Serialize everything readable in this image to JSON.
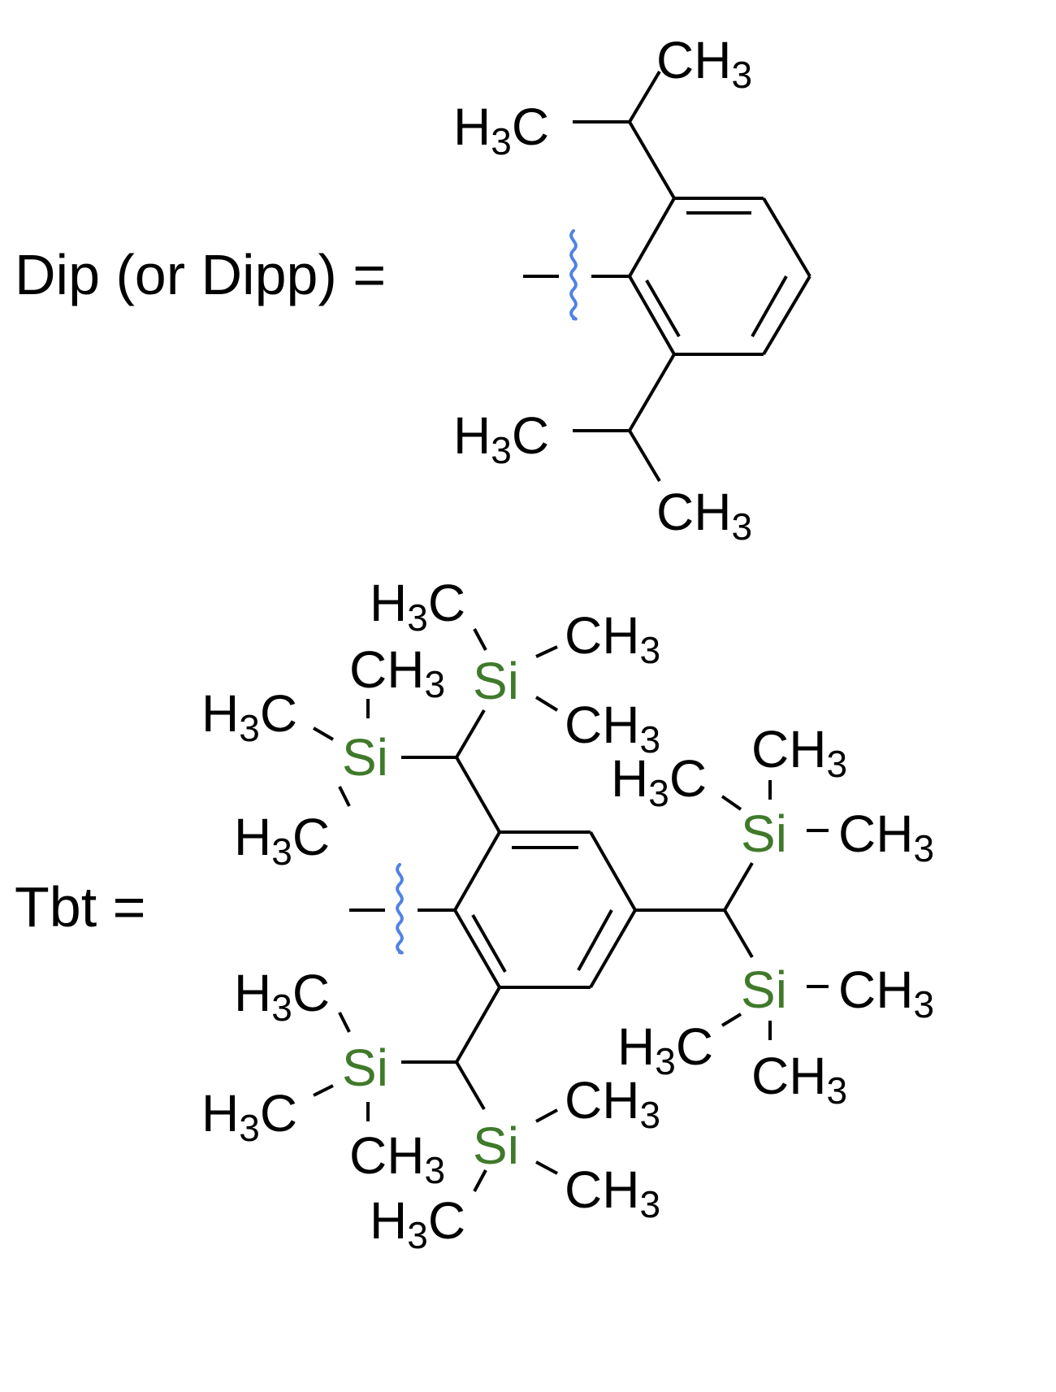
{
  "colors": {
    "text": "#000000",
    "silicon": "#3f7a2a",
    "wavy_bond": "#4f82e6"
  },
  "dip": {
    "label": "Dip (or Dipp) =",
    "groups": [
      {
        "main": "CH",
        "sub": "3"
      },
      {
        "main": "H",
        "sub": "3",
        "tail": "C"
      },
      {
        "main": "H",
        "sub": "3",
        "tail": "C"
      },
      {
        "main": "CH",
        "sub": "3"
      }
    ]
  },
  "tbt": {
    "label": "Tbt =",
    "silicon": "Si",
    "methyl": {
      "main": "CH",
      "sub": "3"
    },
    "methyl_left": {
      "main": "H",
      "sub": "3",
      "tail": "C"
    }
  }
}
